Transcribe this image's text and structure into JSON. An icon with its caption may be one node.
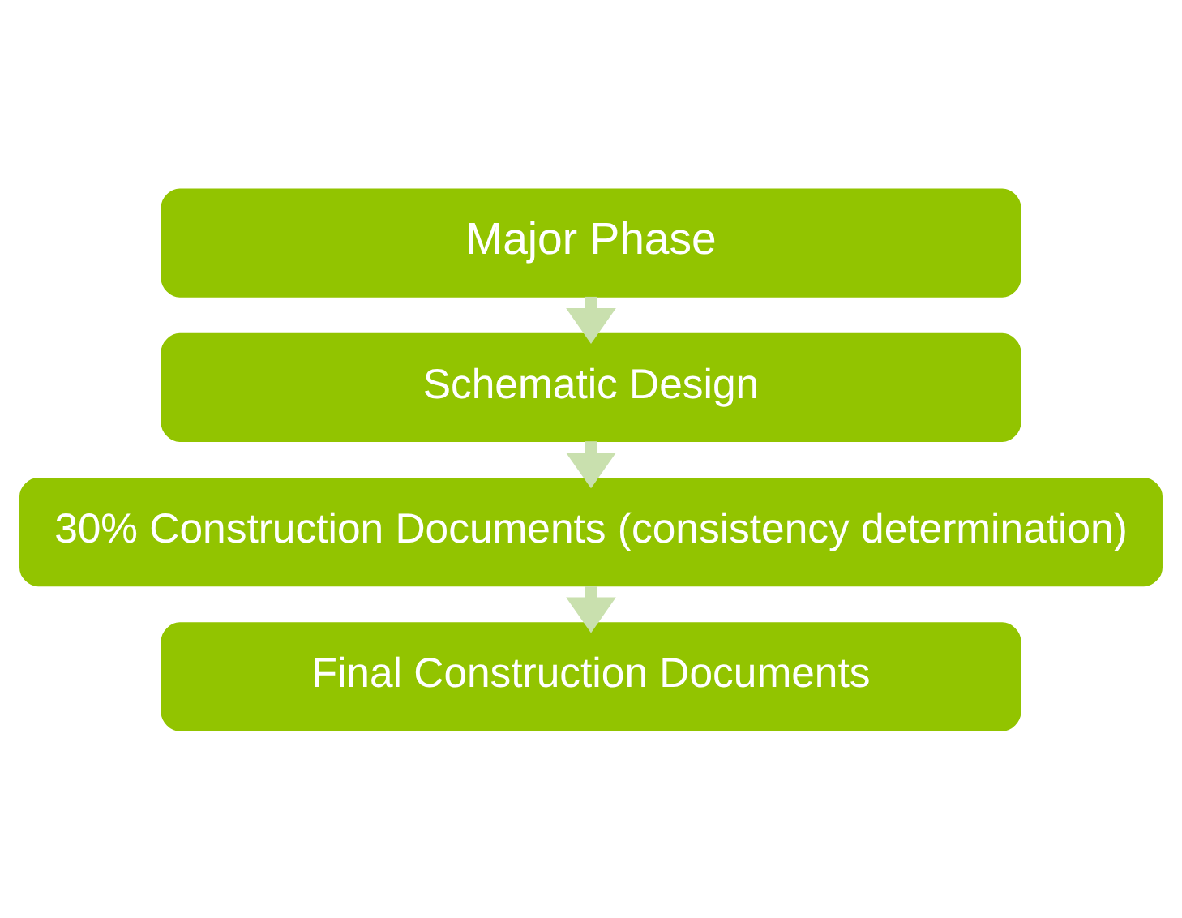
{
  "diagram": {
    "nodes": [
      {
        "text": [
          "Major Phase"
        ]
      },
      {
        "text": [
          "Schematic Design"
        ]
      },
      {
        "text": [
          "30% Construction Documents (consistency determination)"
        ]
      },
      {
        "text": [
          "Final Construction Documents"
        ]
      }
    ],
    "edges": [
      {
        "from": 0,
        "to": 1,
        "arrow": "to"
      },
      {
        "from": 1,
        "to": 2,
        "arrow": "to"
      },
      {
        "from": 2,
        "to": 3,
        "arrow": "to"
      }
    ]
  }
}
